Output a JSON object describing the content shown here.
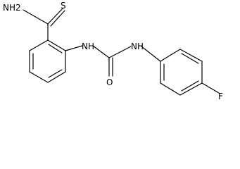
{
  "molecule": {
    "atoms": {
      "thioamide_nh2": "NH2",
      "thio_sulfur": "S",
      "urea_nh_left": "NH",
      "urea_oxygen": "O",
      "urea_nh_right": "NH",
      "fluorine": "F"
    },
    "colors": {
      "bond": "#000000",
      "label": "#000000",
      "background": "#ffffff"
    }
  }
}
